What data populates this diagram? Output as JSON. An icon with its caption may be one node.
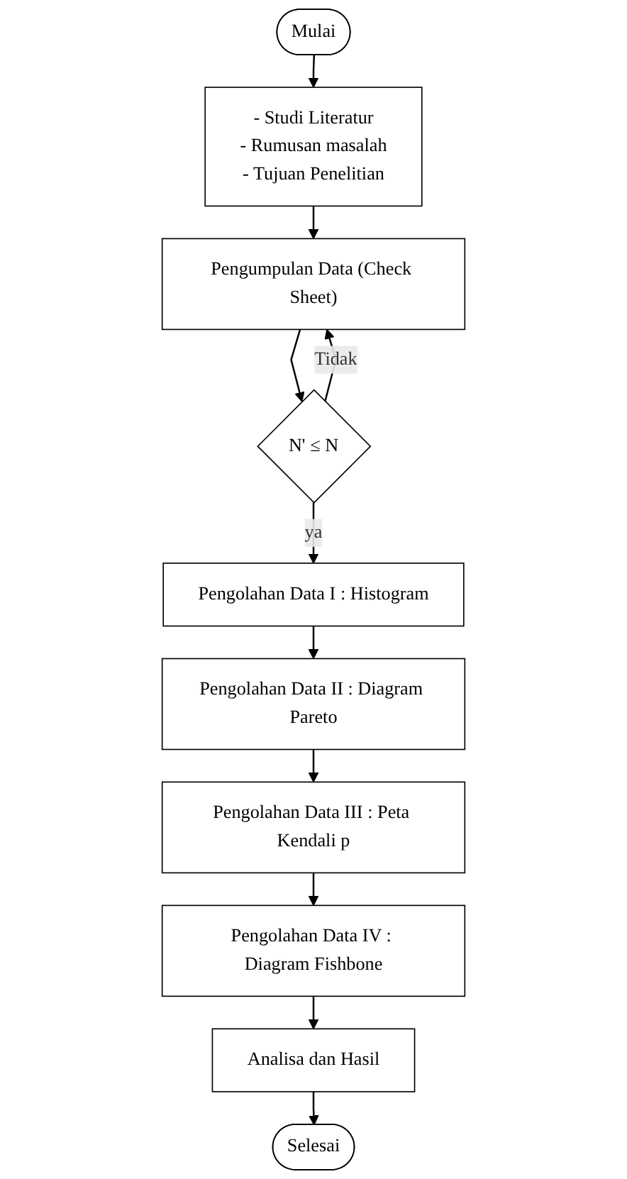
{
  "diagram": {
    "nodes": [
      {
        "text": [
          "Mulai"
        ]
      },
      {
        "text": [
          "- Studi Literatur",
          "- Rumusan masalah",
          "- Tujuan Penelitian"
        ]
      },
      {
        "text": [
          "Pengumpulan Data (Check Sheet)"
        ]
      },
      {
        "text": [
          "N' ≤ N"
        ]
      },
      {
        "text": [
          "Pengolahan Data I : Histogram"
        ]
      },
      {
        "text": [
          "Pengolahan Data II : Diagram Pareto"
        ]
      },
      {
        "text": [
          "Pengolahan Data III : Peta Kendali p"
        ]
      },
      {
        "text": [
          "Pengolahan Data IV : Diagram Fishbone"
        ]
      },
      {
        "text": [
          "Analisa dan Hasil"
        ]
      },
      {
        "text": [
          "Selesai"
        ]
      }
    ],
    "edges": [
      {
        "from": 0,
        "to": 1,
        "arrow": "to"
      },
      {
        "from": 1,
        "to": 2,
        "arrow": "to"
      },
      {
        "from": 2,
        "to": 3,
        "arrow": "to"
      },
      {
        "from": 3,
        "to": 2,
        "arrow": "to",
        "label": "Tidak"
      },
      {
        "from": 3,
        "to": 4,
        "arrow": "to",
        "label": "ya"
      },
      {
        "from": 4,
        "to": 5,
        "arrow": "to"
      },
      {
        "from": 5,
        "to": 6,
        "arrow": "to"
      },
      {
        "from": 6,
        "to": 7,
        "arrow": "to"
      },
      {
        "from": 7,
        "to": 8,
        "arrow": "to"
      },
      {
        "from": 8,
        "to": 9,
        "arrow": "to"
      }
    ]
  }
}
